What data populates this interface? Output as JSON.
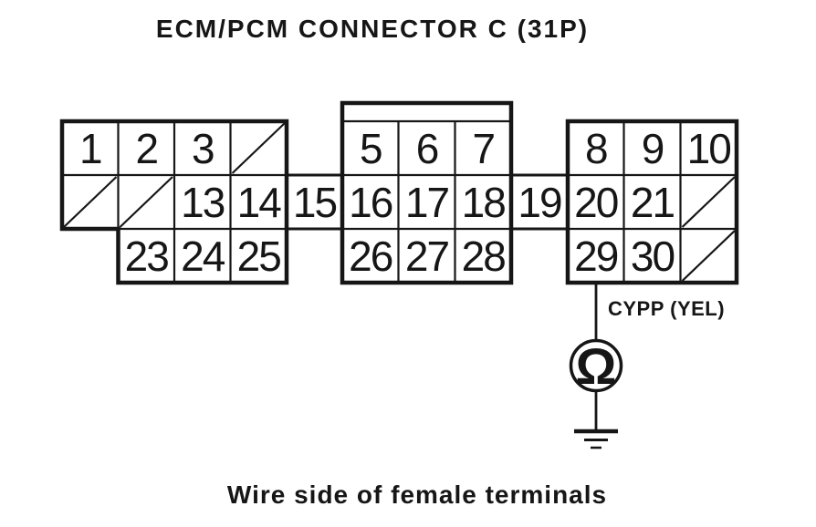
{
  "title": "ECM/PCM CONNECTOR C (31P)",
  "caption": "Wire side of female terminals",
  "connector": {
    "pins": {
      "p1": "1",
      "p2": "2",
      "p3": "3",
      "p5": "5",
      "p6": "6",
      "p7": "7",
      "p8": "8",
      "p9": "9",
      "p10": "10",
      "p13": "13",
      "p14": "14",
      "p15": "15",
      "p16": "16",
      "p17": "17",
      "p18": "18",
      "p19": "19",
      "p20": "20",
      "p21": "21",
      "p23": "23",
      "p24": "24",
      "p25": "25",
      "p26": "26",
      "p27": "27",
      "p28": "28",
      "p29": "29",
      "p30": "30"
    },
    "blocked_positions": [
      4,
      11,
      12,
      22,
      31
    ]
  },
  "probe": {
    "wire_label": "CYPP (YEL)",
    "probed_pin": "29",
    "meter_symbol": "Ω",
    "meter_icon": "ohmmeter",
    "ground_icon": "chassis-ground"
  },
  "colors": {
    "ink": "#161616",
    "paper": "#ffffff"
  }
}
